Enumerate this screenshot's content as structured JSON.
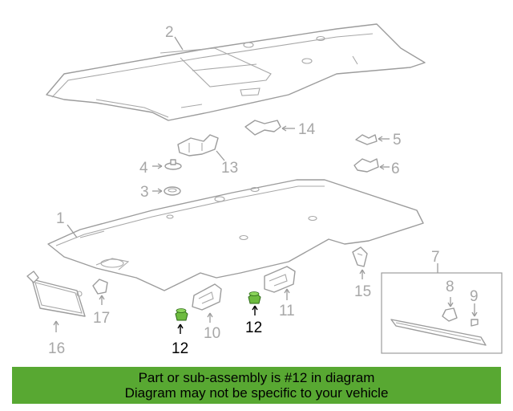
{
  "diagram": {
    "callouts": {
      "c1": "1",
      "c2": "2",
      "c3": "3",
      "c4": "4",
      "c5": "5",
      "c6": "6",
      "c7": "7",
      "c8": "8",
      "c9": "9",
      "c10": "10",
      "c11": "11",
      "c12a": "12",
      "c12b": "12",
      "c13": "13",
      "c14": "14",
      "c15": "15",
      "c16": "16",
      "c17": "17"
    },
    "colors": {
      "highlight": "#6dbb3f",
      "banner": "#58a832",
      "line": "#9c9c9c"
    }
  },
  "banner": {
    "line1": "Part or sub-assembly is #12 in diagram",
    "line2": "Diagram may not be specific to your vehicle"
  }
}
